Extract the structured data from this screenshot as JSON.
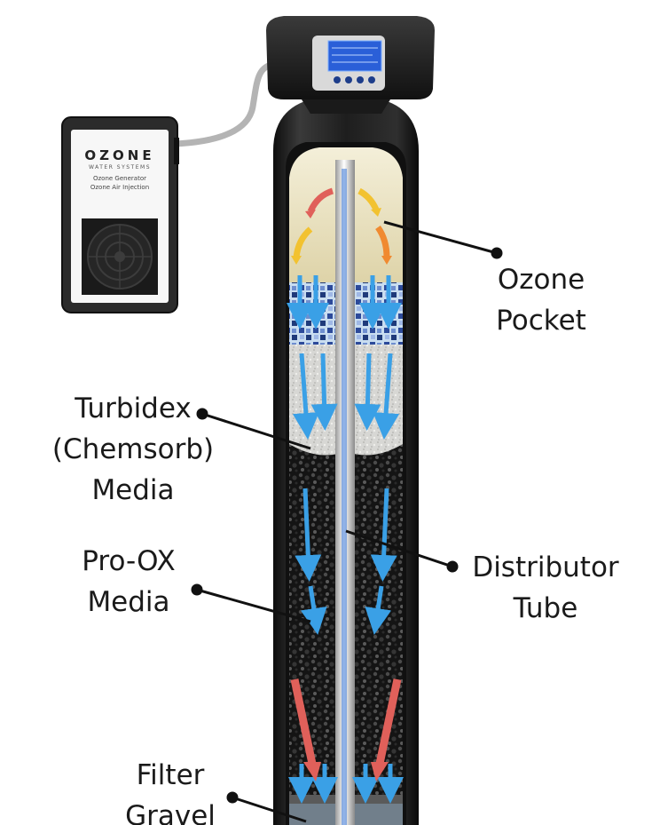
{
  "generator": {
    "brand_logo": "OZONE",
    "brand_sub": "WATER SYSTEMS",
    "lines": [
      "Ozone Generator",
      "Ozone Air Injection"
    ]
  },
  "labels": {
    "ozone_pocket": [
      "Ozone",
      "Pocket"
    ],
    "turbidex_media": [
      "Turbidex",
      "(Chemsorb)",
      "Media"
    ],
    "pro_ox_media": [
      "Pro-OX",
      "Media"
    ],
    "distributor_tube": [
      "Distributor",
      "Tube"
    ],
    "filter_gravel": [
      "Filter",
      "Gravel"
    ]
  },
  "colors": {
    "tank_dark": "#1c1c1c",
    "cream_pocket": "#e9e0bf",
    "flow_blue": "#3aa0e6",
    "flow_red": "#e0605a",
    "flow_orange": "#f08a30",
    "flow_yellow": "#f2c230",
    "screen_blue": "#2a5fd8"
  }
}
